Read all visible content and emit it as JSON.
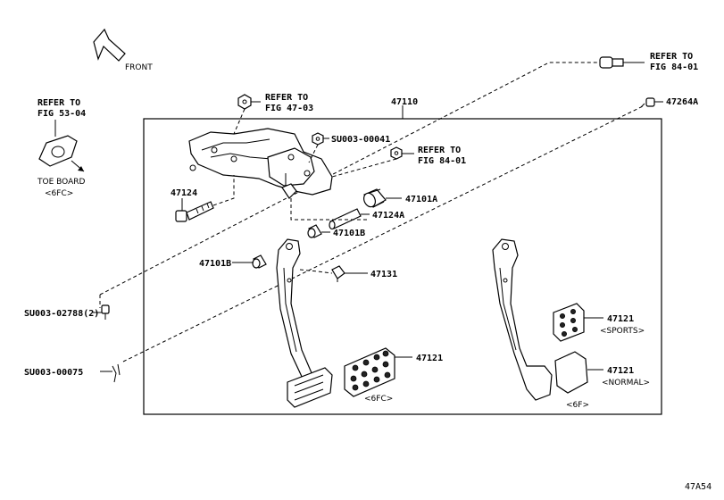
{
  "front_label": "FRONT",
  "diagram_code": "47A54",
  "labels": {
    "main_assembly": "47110",
    "ref_53_line1": "REFER TO",
    "ref_53_line2": "FIG 53-04",
    "toe_board": "TOE BOARD",
    "toe_board_variant": "<6FC>",
    "ref_47_line1": "REFER TO",
    "ref_47_line2": "FIG 47-03",
    "ref_84a_line1": "REFER TO",
    "ref_84a_line2": "FIG 84-01",
    "ref_84b_line1": "REFER TO",
    "ref_84b_line2": "FIG 84-01",
    "part_47264A": "47264A",
    "part_su41": "SU003-00041",
    "part_47124": "47124",
    "part_47101A": "47101A",
    "part_47124A": "47124A",
    "part_47101B_r": "47101B",
    "part_47101B_l": "47101B",
    "part_47131": "47131",
    "part_su02788": "SU003-02788(2)",
    "part_su00075": "SU003-00075",
    "part_47121_sports": "47121",
    "sports": "<SPORTS>",
    "part_47121_normal": "47121",
    "normal": "<NORMAL>",
    "part_47121_6fc": "47121",
    "variant_6fc": "<6FC>",
    "variant_6f": "<6F>"
  }
}
